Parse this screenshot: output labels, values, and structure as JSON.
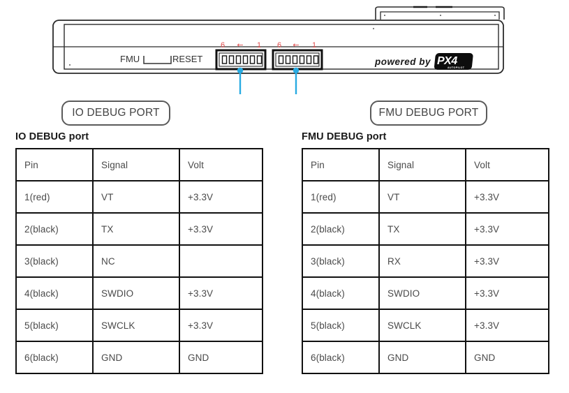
{
  "device": {
    "label_fmu": "FMU",
    "label_reset": "RESET",
    "brand_text": "powered by",
    "brand_logo": "PX4",
    "brand_logo_sub": "AUTOPILOT",
    "connectors": [
      {
        "name": "io-debug-connector",
        "pin_high": "6",
        "arrow": "←",
        "pin_low": "1",
        "pins": 6
      },
      {
        "name": "fmu-debug-connector",
        "pin_high": "6",
        "arrow": "←",
        "pin_low": "1",
        "pins": 6
      }
    ],
    "pin_number_color": "#e04b4b",
    "leader_color": "#29abe2"
  },
  "callouts": {
    "io": "IO DEBUG PORT",
    "fmu": "FMU DEBUG PORT"
  },
  "tables": {
    "io": {
      "title": "IO DEBUG port",
      "columns": [
        "Pin",
        "Signal",
        "Volt"
      ],
      "rows": [
        [
          "1(red)",
          "VT",
          "+3.3V"
        ],
        [
          "2(black)",
          "TX",
          "+3.3V"
        ],
        [
          "3(black)",
          "NC",
          ""
        ],
        [
          "4(black)",
          "SWDIO",
          "+3.3V"
        ],
        [
          "5(black)",
          "SWCLK",
          "+3.3V"
        ],
        [
          "6(black)",
          "GND",
          "GND"
        ]
      ]
    },
    "fmu": {
      "title": "FMU DEBUG port",
      "columns": [
        "Pin",
        "Signal",
        "Volt"
      ],
      "rows": [
        [
          "1(red)",
          "VT",
          "+3.3V"
        ],
        [
          "2(black)",
          "TX",
          "+3.3V"
        ],
        [
          "3(black)",
          "RX",
          "+3.3V"
        ],
        [
          "4(black)",
          "SWDIO",
          "+3.3V"
        ],
        [
          "5(black)",
          "SWCLK",
          "+3.3V"
        ],
        [
          "6(black)",
          "GND",
          "GND"
        ]
      ]
    }
  }
}
